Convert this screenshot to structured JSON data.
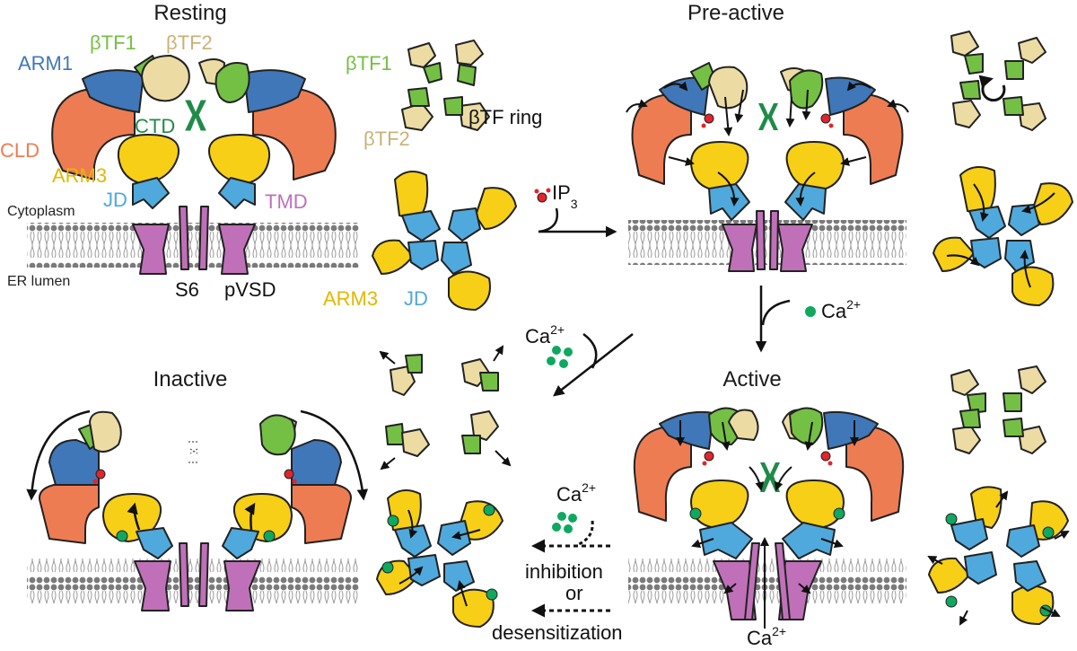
{
  "colors": {
    "arm1": "#3f77b8",
    "cld": "#ee7c52",
    "btf1": "#74c044",
    "btf2": "#ecdca4",
    "ctd": "#1f8b48",
    "arm3": "#f7cf16",
    "jd": "#4fa9dc",
    "tmd": "#bf70b8",
    "ip3": "#e3242b",
    "ca": "#0fa860",
    "arrow": "#111111"
  },
  "panels": {
    "resting": {
      "title": "Resting",
      "labels": {
        "arm1": "ARM1",
        "btf1": "βTF1",
        "btf2": "βTF2",
        "ctd": "CTD",
        "cld": "CLD",
        "arm3": "ARM3",
        "jd": "JD",
        "tmd": "TMD",
        "cytoplasm": "Cytoplasm",
        "er_lumen": "ER lumen",
        "s6": "S6",
        "pvsd": "pVSD"
      },
      "ring_labels": {
        "btf1": "βTF1",
        "btf2": "βTF2",
        "btf_ring": "βTF ring"
      },
      "bottom_labels": {
        "arm3": "ARM3",
        "jd": "JD"
      }
    },
    "pre_active": {
      "title": "Pre-active"
    },
    "active": {
      "title": "Active",
      "ca_bottom": {
        "base": "Ca",
        "sup": "2+"
      }
    },
    "inactive": {
      "title": "Inactive"
    }
  },
  "transitions": {
    "ip3": {
      "base": "IP",
      "sub": "3"
    },
    "ca_to_active": {
      "base": "Ca",
      "sup": "2+"
    },
    "ca_to_inactive": {
      "base": "Ca",
      "sup": "2+"
    },
    "ca_desens": {
      "base": "Ca",
      "sup": "2+"
    },
    "inhibition": "inhibition",
    "or": "or",
    "desensitization": "desensitization"
  }
}
